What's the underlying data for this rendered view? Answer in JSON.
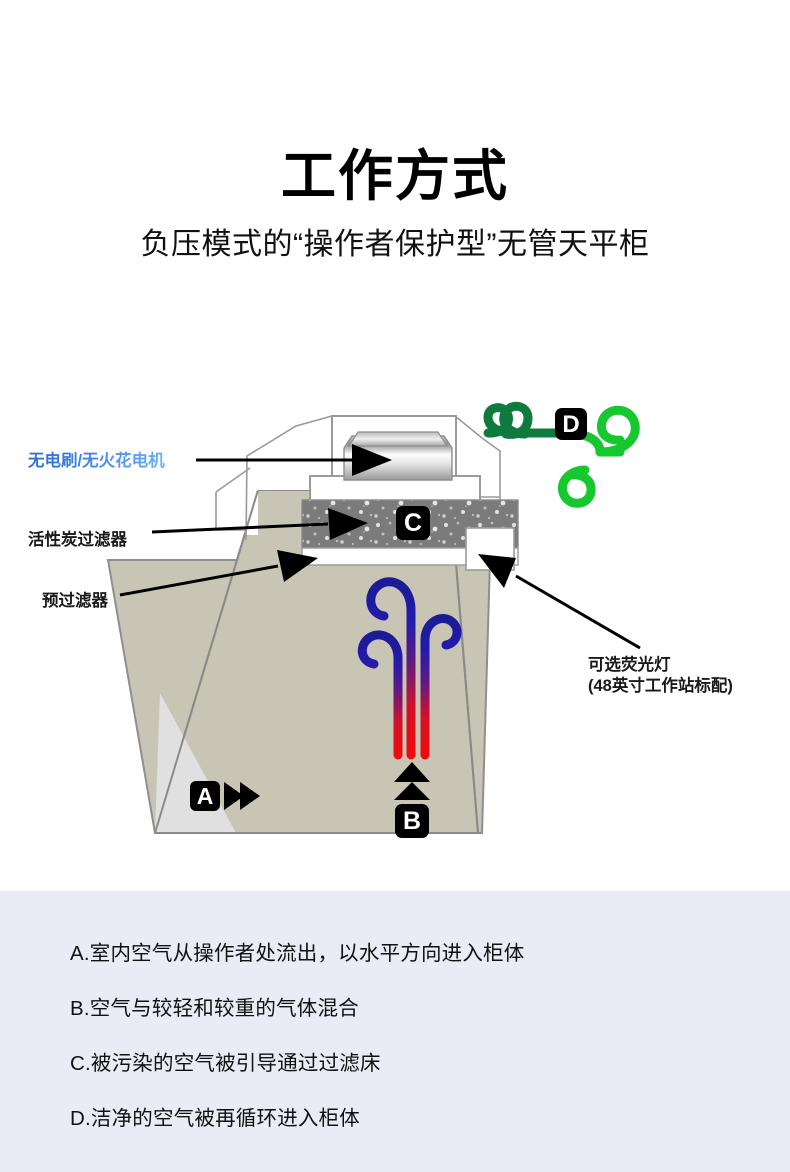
{
  "header": {
    "title": "工作方式",
    "subtitle": "负压模式的“操作者保护型”无管天平柜"
  },
  "diagram": {
    "labels": {
      "motor": "无电刷/无火花电机",
      "carbon_filter": "活性炭过滤器",
      "pre_filter": "预过滤器",
      "lamp_line1": "可选荧光灯",
      "lamp_line2": "(48英寸工作站标配)"
    },
    "badges": {
      "a": "A",
      "b": "B",
      "c": "C",
      "d": "D"
    },
    "colors": {
      "cabinet_body": "#c9c5b4",
      "cabinet_panel": "#e0e0e0",
      "cabinet_stroke": "#8a8a8a",
      "carbon_filter": "#7b7b7b",
      "pre_filter": "#ffffff",
      "airflow_in_start": "#1d1d8f",
      "airflow_in_end": "#e01010",
      "airflow_out_start": "#0f1f8c",
      "airflow_out_end": "#12bf2e",
      "badge_bg": "#000000",
      "label_motor": "#3f86e8",
      "notes_bg": "#e9ecf5"
    }
  },
  "notes": [
    "A.室内空气从操作者处流出，以水平方向进入柜体",
    "B.空气与较轻和较重的气体混合",
    "C.被污染的空气被引导通过过滤床",
    "D.洁净的空气被再循环进入柜体"
  ]
}
